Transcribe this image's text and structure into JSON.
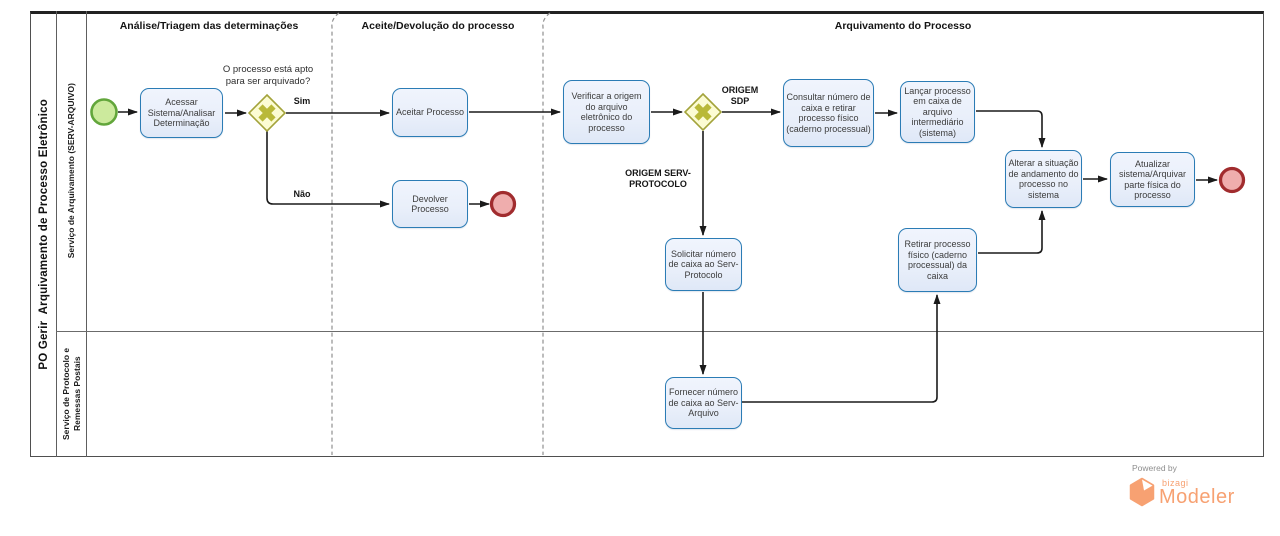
{
  "pool": {
    "title": "PO Gerir  Arquivamento de Processo Eletrônico"
  },
  "lanes": [
    {
      "label": "Serviço de Arquivamento (SERV-ARQUIVO)"
    },
    {
      "label": "Serviço de Protocolo e Remessas Postais"
    }
  ],
  "phases": [
    {
      "label": "Análise/Triagem das determinações"
    },
    {
      "label": "Aceite/Devolução do processo"
    },
    {
      "label": "Arquivamento do Processo"
    }
  ],
  "tasks": [
    {
      "id": "acessar",
      "label": "Acessar Sistema/Analisar Determinação"
    },
    {
      "id": "aceitar",
      "label": "Aceitar Processo"
    },
    {
      "id": "devolver",
      "label": "Devolver Processo"
    },
    {
      "id": "verificar",
      "label": "Verificar a origem do arquivo eletrônico do processo"
    },
    {
      "id": "consultar",
      "label": "Consultar número de caixa e retirar processo físico (caderno processual)"
    },
    {
      "id": "lancar",
      "label": "Lançar processo em caixa de arquivo intermediário (sistema)"
    },
    {
      "id": "alterar",
      "label": "Alterar a situação de andamento do processo no sistema"
    },
    {
      "id": "atualizar",
      "label": "Atualizar sistema/Arquivar parte física do processo"
    },
    {
      "id": "solicitar",
      "label": "Solicitar número de caixa ao Serv-Protocolo"
    },
    {
      "id": "retirar",
      "label": "Retirar processo físico (caderno processual) da caixa"
    },
    {
      "id": "fornecer",
      "label": "Fornecer número de caixa ao Serv-Arquivo"
    }
  ],
  "flow_labels": {
    "question": "O processo está apto para ser arquivado?",
    "yes": "Sim",
    "no": "Não",
    "origem_sdp": "ORIGEM SDP",
    "origem_serv_protocolo": "ORIGEM SERV-PROTOCOLO"
  },
  "footer": {
    "powered_by": "Powered by",
    "brand": "bizagi",
    "product": "Modeler"
  },
  "colors": {
    "task_fill": "#e9effa",
    "task_border": "#2b7cb5",
    "gateway_fill": "#fcfcd3",
    "gateway_border": "#a3a33b",
    "gateway_marker": "#b9b938",
    "start_fill": "#ccea9d",
    "start_border": "#62a63b",
    "end_fill": "#efadad",
    "end_border": "#a12c2e",
    "flow": "#1a1a1a",
    "logo_orange": "#f7a172"
  }
}
